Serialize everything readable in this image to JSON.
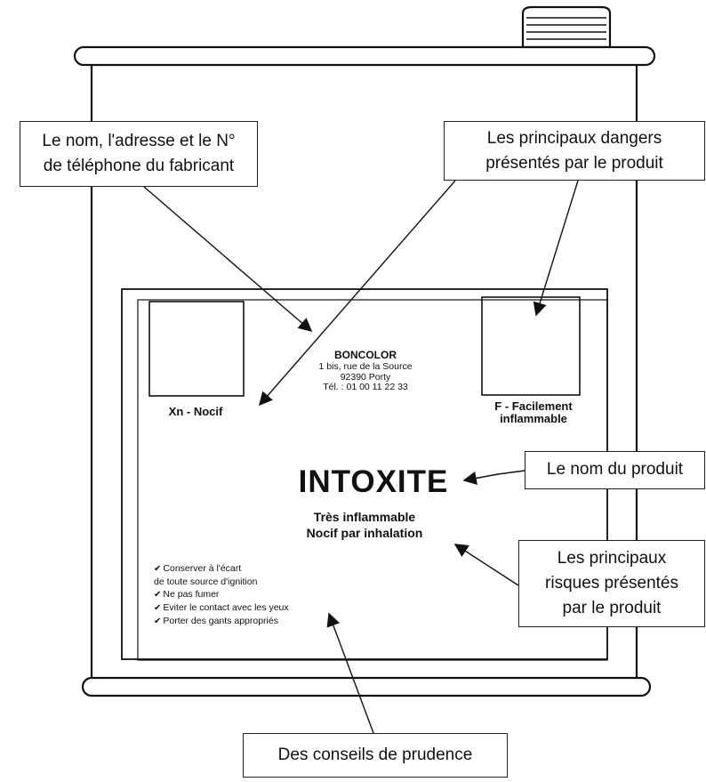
{
  "label": {
    "manufacturer": {
      "name": "BONCOLOR",
      "address_line1": "1 bis, rue de la Source",
      "address_line2": "92390 Porty",
      "phone": "Tél. : 01 00 11 22 33"
    },
    "hazard_left": "Xn - Nocif",
    "hazard_right_line1": "F - Facilement",
    "hazard_right_line2": "inflammable",
    "product_name": "INTOXITE",
    "risk_line1": "Très inflammable",
    "risk_line2": "Nocif par inhalation",
    "advice_check": "✔",
    "advice": [
      "Conserver à l'écart",
      "de toute source d'ignition",
      "Ne pas fumer",
      "Eviter le contact avec les yeux",
      "Porter des gants appropriés"
    ]
  },
  "callouts": {
    "manufacturer": {
      "line1": "Le nom, l'adresse et le N°",
      "line2": "de téléphone du fabricant"
    },
    "dangers": {
      "line1": "Les principaux dangers",
      "line2": "présentés par le produit"
    },
    "product_name": {
      "line1": "Le nom du produit"
    },
    "risks": {
      "line1": "Les principaux",
      "line2": "risques présentés",
      "line3": "par le produit"
    },
    "advice": {
      "line1": "Des conseils de prudence"
    }
  }
}
